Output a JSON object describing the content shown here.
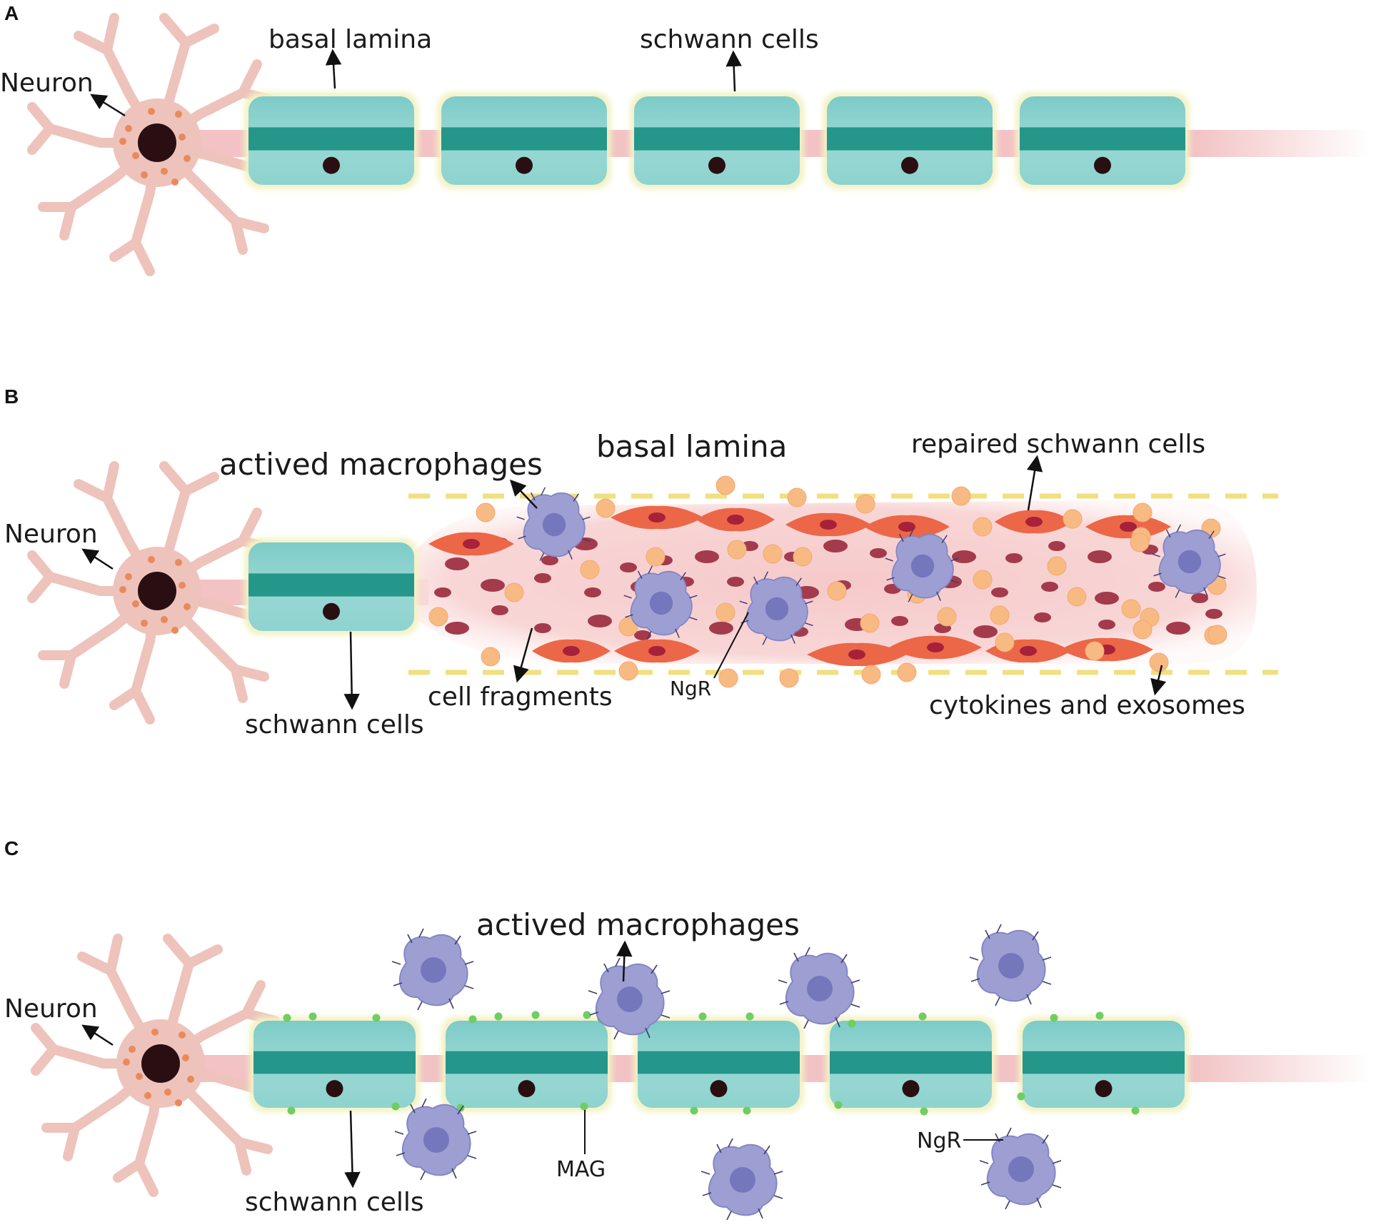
{
  "panels": {
    "a": {
      "letter": "A",
      "labels": {
        "neuron": "Neuron",
        "basal_lamina": "basal lamina",
        "schwann_cells": "schwann cells"
      }
    },
    "b": {
      "letter": "B",
      "labels": {
        "neuron": "Neuron",
        "actived_macrophages": "actived macrophages",
        "basal_lamina": "basal lamina",
        "repaired_schwann_cells": "repaired schwann cells",
        "schwann_cells": "schwann cells",
        "cell_fragments": "cell fragments",
        "ngr": "NgR",
        "cytokines_and_exosomes": "cytokines and exosomes"
      }
    },
    "c": {
      "letter": "C",
      "labels": {
        "neuron": "Neuron",
        "actived_macrophages": "actived macrophages",
        "schwann_cells": "schwann cells",
        "mag": "MAG",
        "ngr": "NgR"
      }
    }
  },
  "colors": {
    "neuron_body": "#eec3bb",
    "neuron_edge": "#d79f96",
    "nucleus": "#2a0f12",
    "vesicle": "#e98a5c",
    "axon": "#f2c2c4",
    "schwann_light": "#86d1cd",
    "schwann_band": "#24968a",
    "schwann_glow": "#f3f2c4",
    "macrophage": "#9d9fd3",
    "macrophage_nucleus": "#7577bd",
    "repaired_schwann": "#ec6747",
    "fragment": "#a33b4c",
    "cytokine": "#f8ba83",
    "basal_lamina_dash": "#f1df80",
    "mag_dot": "#6fcd62"
  },
  "icons": [
    "neuron-icon",
    "schwann-cell-icon",
    "macrophage-icon",
    "repaired-schwann-cell-icon",
    "cell-fragment-icon",
    "cytokine-icon",
    "mag-dot-icon"
  ]
}
